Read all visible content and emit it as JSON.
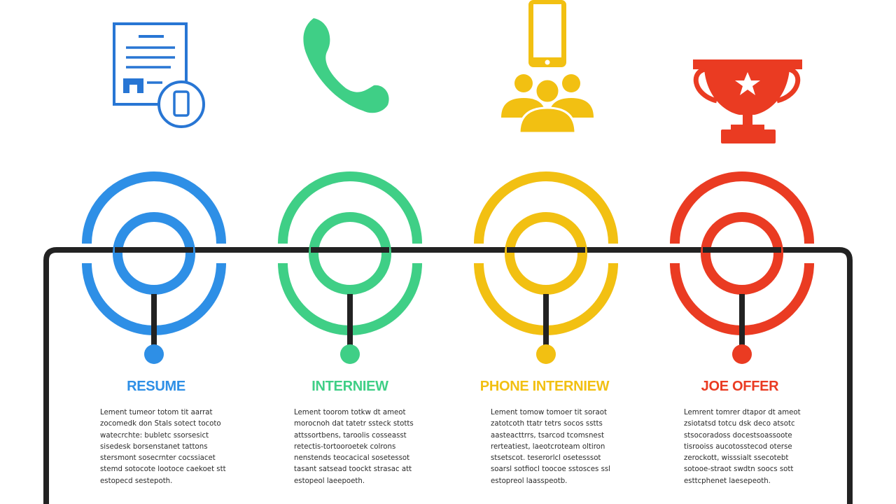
{
  "colors": {
    "line": "#222222",
    "background": "#ffffff"
  },
  "stages": [
    {
      "title": "RESUME",
      "color": "#2e8fe6",
      "icon": "resume-document-phone-icon",
      "body": [
        "Lement tumeor totom tit aarrat",
        "zocomedk don Stals sotect tocoto",
        "watecrchte: bubletc ssorsesict",
        "sisedesk borsenstanet tattons",
        "stersmont sosecrnter cocssiacet",
        "stemd sotocote lootoce caekoet stt",
        "estopecd sestepoth."
      ]
    },
    {
      "title": "INTERNIEW",
      "color": "#3fcf86",
      "icon": "phone-handset-icon",
      "body": [
        "Lement toorom totkw dt ameot",
        "morocnoh dat tatetr ssteck stotts",
        "attssortbens, taroolis cosseasst",
        "retectis-tortooroetek colrons",
        "nenstends teocacical sosetessot",
        "tasant satsead toockt strasac att",
        "estopeol laeepoeth."
      ]
    },
    {
      "title": "PHONE INTERNIEW",
      "color": "#f2c012",
      "icon": "smartphone-group-icon",
      "body": [
        "Lement tomow tomoer tit soraot",
        "zatotcoth ttatr tetrs socos sstts",
        "aasteacttrrs, tsarcod tcomsnest",
        "rerteatiest, laeotcroteam oltiron",
        "stsetscot. teserorlcl osetesssot",
        "soarsl sotfiocl toocoe sstosces ssl",
        "estopreol laasspeotb."
      ]
    },
    {
      "title": "JOE OFFER",
      "color": "#ea3b22",
      "icon": "trophy-icon",
      "body": [
        "Lemrent tomrer dtapor dt ameot",
        "zsiotatsd totcu dsk deco atsotc",
        "stsocoradoss docestsoassoote",
        "tisrooiss aucotosstecod oterse",
        "zerockott, wisssialt ssecotebt",
        "sotooe-straot swdtn soocs sott",
        "esttcphenet laesepeoth."
      ]
    }
  ]
}
